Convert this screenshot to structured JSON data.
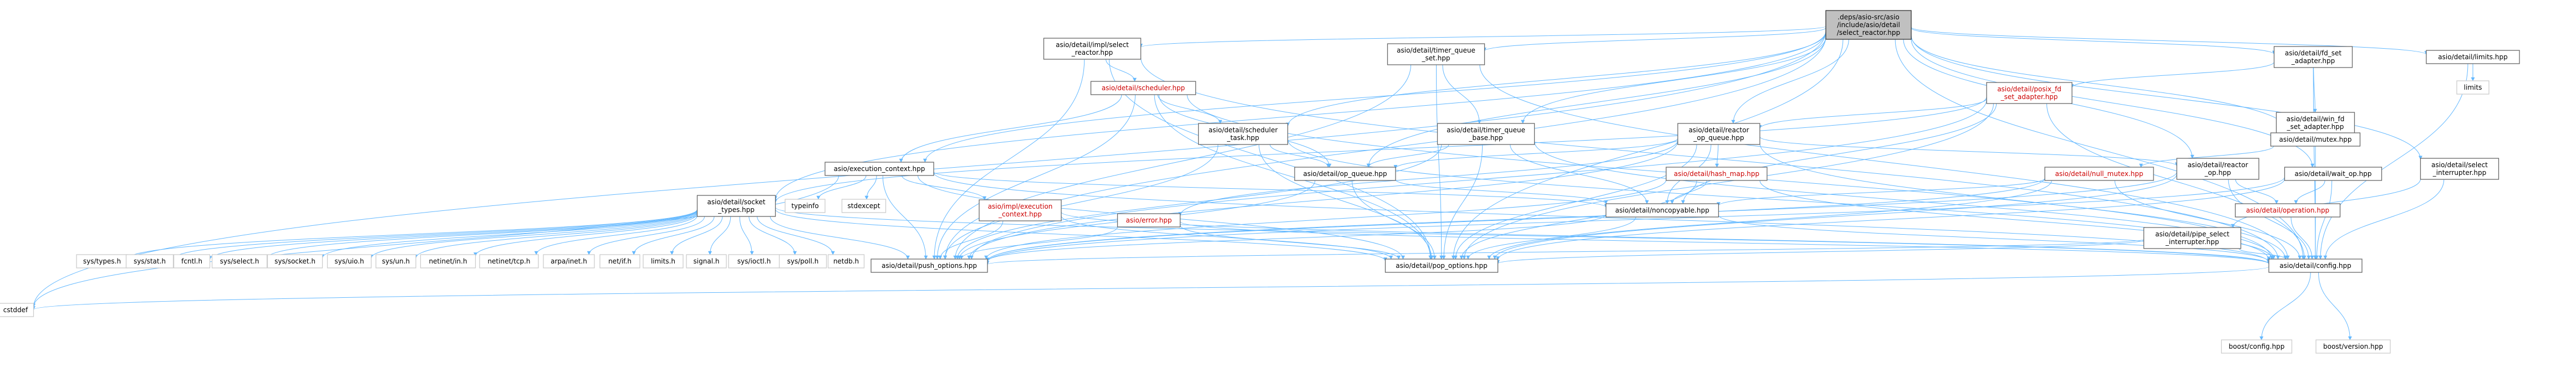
{
  "graph": {
    "colors": {
      "edge": "#63b8ff",
      "root_fill": "#c0c0c0",
      "node_fill": "#ffffff",
      "external_border": "#cccccc",
      "link_text": "#000000",
      "broken_link_text": "#cc0000"
    },
    "nodes": [
      {
        "id": "root",
        "lines": [
          ".deps/asio-src/asio",
          "/include/asio/detail",
          "/select_reactor.hpp"
        ],
        "style": "root"
      },
      {
        "id": "impl_select_reactor",
        "lines": [
          "asio/detail/impl/select",
          "_reactor.hpp"
        ],
        "style": "normal"
      },
      {
        "id": "timer_queue_set",
        "lines": [
          "asio/detail/timer_queue",
          "_set.hpp"
        ],
        "style": "normal"
      },
      {
        "id": "fd_set_adapter",
        "lines": [
          "asio/detail/fd_set",
          "_adapter.hpp"
        ],
        "style": "normal"
      },
      {
        "id": "limits_hpp",
        "lines": [
          "asio/detail/limits.hpp"
        ],
        "style": "normal"
      },
      {
        "id": "scheduler",
        "lines": [
          "asio/detail/scheduler.hpp"
        ],
        "style": "red"
      },
      {
        "id": "posix_fd_set_adapter",
        "lines": [
          "asio/detail/posix_fd",
          "_set_adapter.hpp"
        ],
        "style": "red"
      },
      {
        "id": "limits",
        "lines": [
          "limits"
        ],
        "style": "external"
      },
      {
        "id": "win_fd_set_adapter",
        "lines": [
          "asio/detail/win_fd",
          "_set_adapter.hpp"
        ],
        "style": "normal"
      },
      {
        "id": "scheduler_task",
        "lines": [
          "asio/detail/scheduler",
          "_task.hpp"
        ],
        "style": "normal"
      },
      {
        "id": "timer_queue_base",
        "lines": [
          "asio/detail/timer_queue",
          "_base.hpp"
        ],
        "style": "normal"
      },
      {
        "id": "reactor_op_queue",
        "lines": [
          "asio/detail/reactor",
          "_op_queue.hpp"
        ],
        "style": "normal"
      },
      {
        "id": "mutex",
        "lines": [
          "asio/detail/mutex.hpp"
        ],
        "style": "normal"
      },
      {
        "id": "execution_context",
        "lines": [
          "asio/execution_context.hpp"
        ],
        "style": "normal"
      },
      {
        "id": "op_queue",
        "lines": [
          "asio/detail/op_queue.hpp"
        ],
        "style": "normal"
      },
      {
        "id": "hash_map",
        "lines": [
          "asio/detail/hash_map.hpp"
        ],
        "style": "red"
      },
      {
        "id": "null_mutex",
        "lines": [
          "asio/detail/null_mutex.hpp"
        ],
        "style": "red"
      },
      {
        "id": "reactor_op",
        "lines": [
          "asio/detail/reactor",
          "_op.hpp"
        ],
        "style": "normal"
      },
      {
        "id": "wait_op",
        "lines": [
          "asio/detail/wait_op.hpp"
        ],
        "style": "normal"
      },
      {
        "id": "select_interrupter",
        "lines": [
          "asio/detail/select",
          "_interrupter.hpp"
        ],
        "style": "normal"
      },
      {
        "id": "socket_types",
        "lines": [
          "asio/detail/socket",
          "_types.hpp"
        ],
        "style": "normal"
      },
      {
        "id": "typeinfo",
        "lines": [
          "typeinfo"
        ],
        "style": "external"
      },
      {
        "id": "stdexcept",
        "lines": [
          "stdexcept"
        ],
        "style": "external"
      },
      {
        "id": "impl_execution_context",
        "lines": [
          "asio/impl/execution",
          "_context.hpp"
        ],
        "style": "red"
      },
      {
        "id": "noncopyable",
        "lines": [
          "asio/detail/noncopyable.hpp"
        ],
        "style": "normal"
      },
      {
        "id": "error",
        "lines": [
          "asio/error.hpp"
        ],
        "style": "red"
      },
      {
        "id": "operation",
        "lines": [
          "asio/detail/operation.hpp"
        ],
        "style": "red"
      },
      {
        "id": "pipe_select_interrupter",
        "lines": [
          "asio/detail/pipe_select",
          "_interrupter.hpp"
        ],
        "style": "normal"
      },
      {
        "id": "sys_types",
        "lines": [
          "sys/types.h"
        ],
        "style": "external"
      },
      {
        "id": "sys_stat",
        "lines": [
          "sys/stat.h"
        ],
        "style": "external"
      },
      {
        "id": "fcntl",
        "lines": [
          "fcntl.h"
        ],
        "style": "external"
      },
      {
        "id": "sys_select",
        "lines": [
          "sys/select.h"
        ],
        "style": "external"
      },
      {
        "id": "sys_socket",
        "lines": [
          "sys/socket.h"
        ],
        "style": "external"
      },
      {
        "id": "sys_uio",
        "lines": [
          "sys/uio.h"
        ],
        "style": "external"
      },
      {
        "id": "sys_un",
        "lines": [
          "sys/un.h"
        ],
        "style": "external"
      },
      {
        "id": "netinet_in",
        "lines": [
          "netinet/in.h"
        ],
        "style": "external"
      },
      {
        "id": "netinet_tcp",
        "lines": [
          "netinet/tcp.h"
        ],
        "style": "external"
      },
      {
        "id": "arpa_inet",
        "lines": [
          "arpa/inet.h"
        ],
        "style": "external"
      },
      {
        "id": "net_if",
        "lines": [
          "net/if.h"
        ],
        "style": "external"
      },
      {
        "id": "limits_h",
        "lines": [
          "limits.h"
        ],
        "style": "external"
      },
      {
        "id": "signal",
        "lines": [
          "signal.h"
        ],
        "style": "external"
      },
      {
        "id": "sys_ioctl",
        "lines": [
          "sys/ioctl.h"
        ],
        "style": "external"
      },
      {
        "id": "sys_poll",
        "lines": [
          "sys/poll.h"
        ],
        "style": "external"
      },
      {
        "id": "netdb",
        "lines": [
          "netdb.h"
        ],
        "style": "external"
      },
      {
        "id": "push_options",
        "lines": [
          "asio/detail/push_options.hpp"
        ],
        "style": "normal"
      },
      {
        "id": "pop_options",
        "lines": [
          "asio/detail/pop_options.hpp"
        ],
        "style": "normal"
      },
      {
        "id": "config",
        "lines": [
          "asio/detail/config.hpp"
        ],
        "style": "normal"
      },
      {
        "id": "cstddef",
        "lines": [
          "cstddef"
        ],
        "style": "external"
      },
      {
        "id": "boost_config",
        "lines": [
          "boost/config.hpp"
        ],
        "style": "external"
      },
      {
        "id": "boost_version",
        "lines": [
          "boost/version.hpp"
        ],
        "style": "external"
      }
    ],
    "edges": [
      [
        "root",
        "impl_select_reactor"
      ],
      [
        "root",
        "timer_queue_set"
      ],
      [
        "root",
        "fd_set_adapter"
      ],
      [
        "root",
        "limits_hpp"
      ],
      [
        "root",
        "scheduler_task"
      ],
      [
        "root",
        "timer_queue_base"
      ],
      [
        "root",
        "reactor_op_queue"
      ],
      [
        "root",
        "mutex"
      ],
      [
        "root",
        "execution_context"
      ],
      [
        "root",
        "op_queue"
      ],
      [
        "root",
        "reactor_op"
      ],
      [
        "root",
        "wait_op"
      ],
      [
        "root",
        "select_interrupter"
      ],
      [
        "root",
        "socket_types"
      ],
      [
        "root",
        "push_options"
      ],
      [
        "root",
        "pop_options"
      ],
      [
        "root",
        "config"
      ],
      [
        "root",
        "cstddef"
      ],
      [
        "impl_select_reactor",
        "scheduler"
      ],
      [
        "impl_select_reactor",
        "push_options"
      ],
      [
        "impl_select_reactor",
        "pop_options"
      ],
      [
        "impl_select_reactor",
        "config"
      ],
      [
        "timer_queue_set",
        "timer_queue_base"
      ],
      [
        "timer_queue_set",
        "push_options"
      ],
      [
        "timer_queue_set",
        "pop_options"
      ],
      [
        "timer_queue_set",
        "config"
      ],
      [
        "fd_set_adapter",
        "posix_fd_set_adapter"
      ],
      [
        "fd_set_adapter",
        "win_fd_set_adapter"
      ],
      [
        "fd_set_adapter",
        "config"
      ],
      [
        "limits_hpp",
        "limits"
      ],
      [
        "limits_hpp",
        "config"
      ],
      [
        "scheduler",
        "scheduler_task"
      ],
      [
        "scheduler",
        "execution_context"
      ],
      [
        "scheduler",
        "op_queue"
      ],
      [
        "scheduler",
        "push_options"
      ],
      [
        "scheduler",
        "pop_options"
      ],
      [
        "scheduler",
        "config"
      ],
      [
        "posix_fd_set_adapter",
        "reactor_op_queue"
      ],
      [
        "posix_fd_set_adapter",
        "noncopyable"
      ],
      [
        "posix_fd_set_adapter",
        "socket_types"
      ],
      [
        "posix_fd_set_adapter",
        "push_options"
      ],
      [
        "posix_fd_set_adapter",
        "pop_options"
      ],
      [
        "posix_fd_set_adapter",
        "config"
      ],
      [
        "win_fd_set_adapter",
        "config"
      ],
      [
        "scheduler_task",
        "op_queue"
      ],
      [
        "scheduler_task",
        "push_options"
      ],
      [
        "scheduler_task",
        "pop_options"
      ],
      [
        "scheduler_task",
        "config"
      ],
      [
        "timer_queue_base",
        "op_queue"
      ],
      [
        "timer_queue_base",
        "noncopyable"
      ],
      [
        "timer_queue_base",
        "push_options"
      ],
      [
        "timer_queue_base",
        "pop_options"
      ],
      [
        "timer_queue_base",
        "config"
      ],
      [
        "reactor_op_queue",
        "hash_map"
      ],
      [
        "reactor_op_queue",
        "noncopyable"
      ],
      [
        "reactor_op_queue",
        "op_queue"
      ],
      [
        "reactor_op_queue",
        "reactor_op"
      ],
      [
        "reactor_op_queue",
        "error"
      ],
      [
        "reactor_op_queue",
        "push_options"
      ],
      [
        "reactor_op_queue",
        "pop_options"
      ],
      [
        "reactor_op_queue",
        "config"
      ],
      [
        "mutex",
        "null_mutex"
      ],
      [
        "mutex",
        "config"
      ],
      [
        "execution_context",
        "noncopyable"
      ],
      [
        "execution_context",
        "typeinfo"
      ],
      [
        "execution_context",
        "stdexcept"
      ],
      [
        "execution_context",
        "impl_execution_context"
      ],
      [
        "execution_context",
        "cstddef"
      ],
      [
        "execution_context",
        "push_options"
      ],
      [
        "execution_context",
        "pop_options"
      ],
      [
        "execution_context",
        "config"
      ],
      [
        "op_queue",
        "noncopyable"
      ],
      [
        "op_queue",
        "push_options"
      ],
      [
        "op_queue",
        "pop_options"
      ],
      [
        "hash_map",
        "noncopyable"
      ],
      [
        "hash_map",
        "push_options"
      ],
      [
        "hash_map",
        "pop_options"
      ],
      [
        "hash_map",
        "config"
      ],
      [
        "null_mutex",
        "noncopyable"
      ],
      [
        "null_mutex",
        "push_options"
      ],
      [
        "null_mutex",
        "pop_options"
      ],
      [
        "null_mutex",
        "config"
      ],
      [
        "reactor_op",
        "operation"
      ],
      [
        "reactor_op",
        "push_options"
      ],
      [
        "reactor_op",
        "pop_options"
      ],
      [
        "reactor_op",
        "config"
      ],
      [
        "wait_op",
        "operation"
      ],
      [
        "wait_op",
        "push_options"
      ],
      [
        "wait_op",
        "pop_options"
      ],
      [
        "wait_op",
        "config"
      ],
      [
        "select_interrupter",
        "pipe_select_interrupter"
      ],
      [
        "select_interrupter",
        "config"
      ],
      [
        "pipe_select_interrupter",
        "push_options"
      ],
      [
        "pipe_select_interrupter",
        "pop_options"
      ],
      [
        "pipe_select_interrupter",
        "config"
      ],
      [
        "impl_execution_context",
        "push_options"
      ],
      [
        "impl_execution_context",
        "pop_options"
      ],
      [
        "impl_execution_context",
        "config"
      ],
      [
        "error",
        "push_options"
      ],
      [
        "error",
        "pop_options"
      ],
      [
        "error",
        "config"
      ],
      [
        "operation",
        "config"
      ],
      [
        "noncopyable",
        "push_options"
      ],
      [
        "noncopyable",
        "pop_options"
      ],
      [
        "noncopyable",
        "config"
      ],
      [
        "socket_types",
        "sys_types"
      ],
      [
        "socket_types",
        "sys_stat"
      ],
      [
        "socket_types",
        "fcntl"
      ],
      [
        "socket_types",
        "sys_select"
      ],
      [
        "socket_types",
        "sys_socket"
      ],
      [
        "socket_types",
        "sys_uio"
      ],
      [
        "socket_types",
        "sys_un"
      ],
      [
        "socket_types",
        "netinet_in"
      ],
      [
        "socket_types",
        "netinet_tcp"
      ],
      [
        "socket_types",
        "arpa_inet"
      ],
      [
        "socket_types",
        "net_if"
      ],
      [
        "socket_types",
        "limits_h"
      ],
      [
        "socket_types",
        "signal"
      ],
      [
        "socket_types",
        "sys_ioctl"
      ],
      [
        "socket_types",
        "sys_poll"
      ],
      [
        "socket_types",
        "netdb"
      ],
      [
        "socket_types",
        "push_options"
      ],
      [
        "socket_types",
        "pop_options"
      ],
      [
        "socket_types",
        "config"
      ],
      [
        "config",
        "cstddef"
      ],
      [
        "config",
        "boost_config"
      ],
      [
        "config",
        "boost_version"
      ]
    ]
  }
}
